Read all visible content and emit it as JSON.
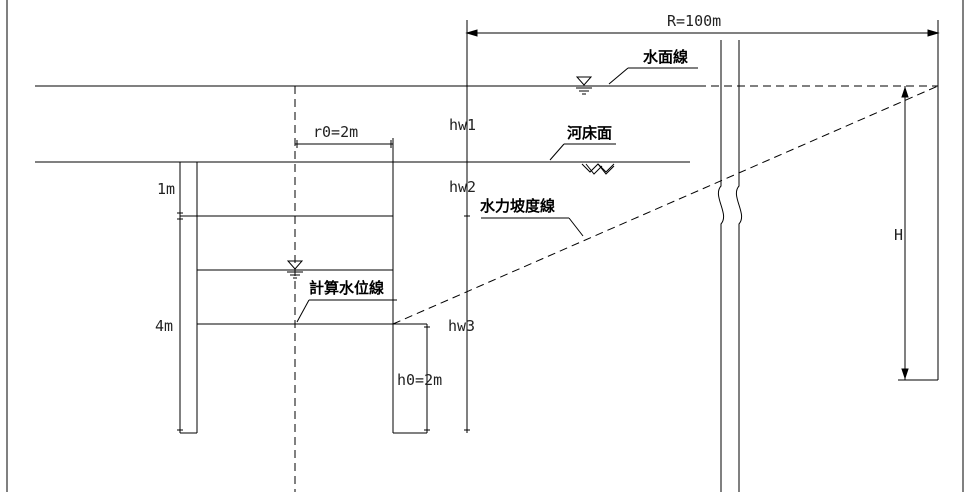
{
  "labels": {
    "radius": "R=100m",
    "water_surface": "水面線",
    "riverbed": "河床面",
    "hydraulic_gradient": "水力坡度線",
    "calc_water_level": "計算水位線",
    "r0": "r0=2m",
    "hw1": "hw1",
    "hw2": "hw2",
    "hw3": "hw3",
    "h0": "h0=2m",
    "one_m": "1m",
    "four_m": "4m",
    "H": "H"
  },
  "colors": {
    "line": "#000000",
    "text": "#222222",
    "background": "#ffffff"
  }
}
